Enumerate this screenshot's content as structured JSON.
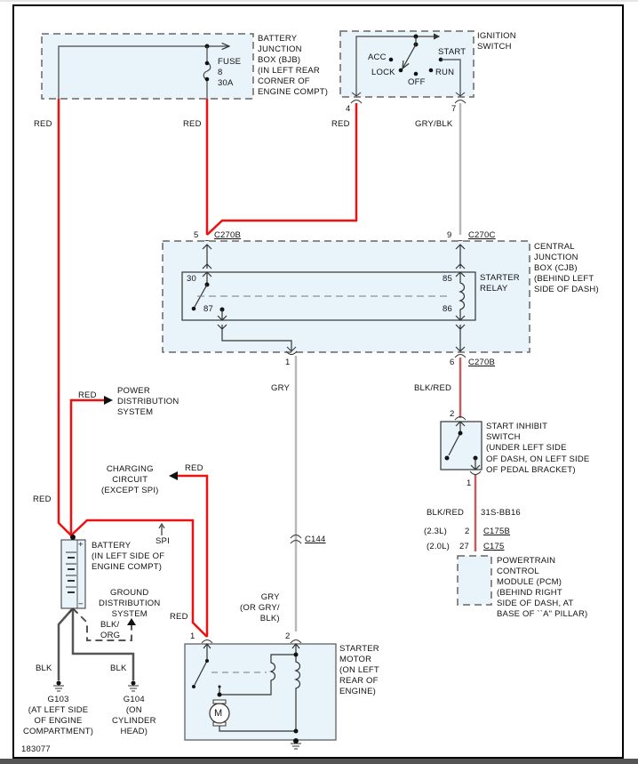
{
  "diagram": {
    "title_id": "183077",
    "components": {
      "bjb": {
        "name": "BATTERY\nJUNCTION\nBOX (BJB)\n(IN LEFT REAR\nCORNER OF\nENGINE COMPT)",
        "fuse": "FUSE\n8\n30A"
      },
      "ignition": {
        "name": "IGNITION\nSWITCH",
        "positions": {
          "acc": "ACC",
          "lock": "LOCK",
          "off": "OFF",
          "run": "RUN",
          "start": "START"
        }
      },
      "cjb": {
        "name": "CENTRAL\nJUNCTION\nBOX (CJB)\n(BEHIND LEFT\nSIDE OF DASH)"
      },
      "relay": {
        "name": "STARTER\nRELAY",
        "pins": {
          "p30": "30",
          "p87": "87",
          "p85": "85",
          "p86": "86"
        }
      },
      "inhibit": {
        "name": "START INHIBIT\nSWITCH\n(UNDER LEFT SIDE\nOF DASH, ON LEFT SIDE\nOF PEDAL BRACKET)"
      },
      "pcm": {
        "name": "POWERTRAIN\nCONTROL\nMODULE (PCM)\n(BEHIND RIGHT\nSIDE OF DASH, AT\nBASE OF ``A\" PILLAR)"
      },
      "battery": {
        "name": "BATTERY\n(IN LEFT SIDE OF\nENGINE COMPT)",
        "plus": "+",
        "minus": "−"
      },
      "starter": {
        "name": "STARTER\nMOTOR\n(ON LEFT\nREAR OF\nENGINE)",
        "motor": "M"
      },
      "power_dist": "POWER\nDISTRIBUTION\nSYSTEM",
      "charging": "CHARGING\nCIRCUIT\n(EXCEPT SPI)",
      "spi": "SPI",
      "ground_dist": "GROUND\nDISTRIBUTION\nSYSTEM",
      "g103": "G103\n(AT LEFT SIDE\nOF ENGINE\nCOMPARTMENT)",
      "g104": "G104\n(ON\nCYLINDER\nHEAD)"
    },
    "wires": {
      "red_left": "RED",
      "red_fuse": "RED",
      "red_ign": "RED",
      "gry_blk": "GRY/BLK",
      "gry": "GRY",
      "blk_red_top": "BLK/RED",
      "blk_red_bottom": "BLK/RED",
      "circuit": "31S-BB16",
      "red_pds": "RED",
      "red_batt": "RED",
      "red_charging": "RED",
      "red_starter": "RED",
      "gry_starter": "GRY\n(OR GRY/\nBLK)",
      "blk_org": "BLK/\nORG",
      "blk_g103": "BLK",
      "blk_g104": "BLK"
    },
    "connectors": {
      "ign_pin4": "4",
      "ign_pin7": "7",
      "c270b_pin5": "5",
      "c270b_top": "C270B",
      "c270c_pin9": "9",
      "c270c": "C270C",
      "cjb_pin1": "1",
      "c270b_pin6": "6",
      "c270b_bottom": "C270B",
      "inh_pin2": "2",
      "inh_pin1": "1",
      "pcm_23l": "(2.3L)",
      "pcm_23l_pin": "2",
      "c175b": "C175B",
      "pcm_20l": "(2.0L)",
      "pcm_20l_pin": "27",
      "c175": "C175",
      "c144": "C144",
      "starter_pin1": "1",
      "starter_pin2": "2"
    },
    "colors": {
      "red": "#ee1111",
      "gray": "#b8b8b8",
      "blk_red": "#e07070",
      "dark": "#555555",
      "box_fill": "#e8f4fa"
    }
  }
}
